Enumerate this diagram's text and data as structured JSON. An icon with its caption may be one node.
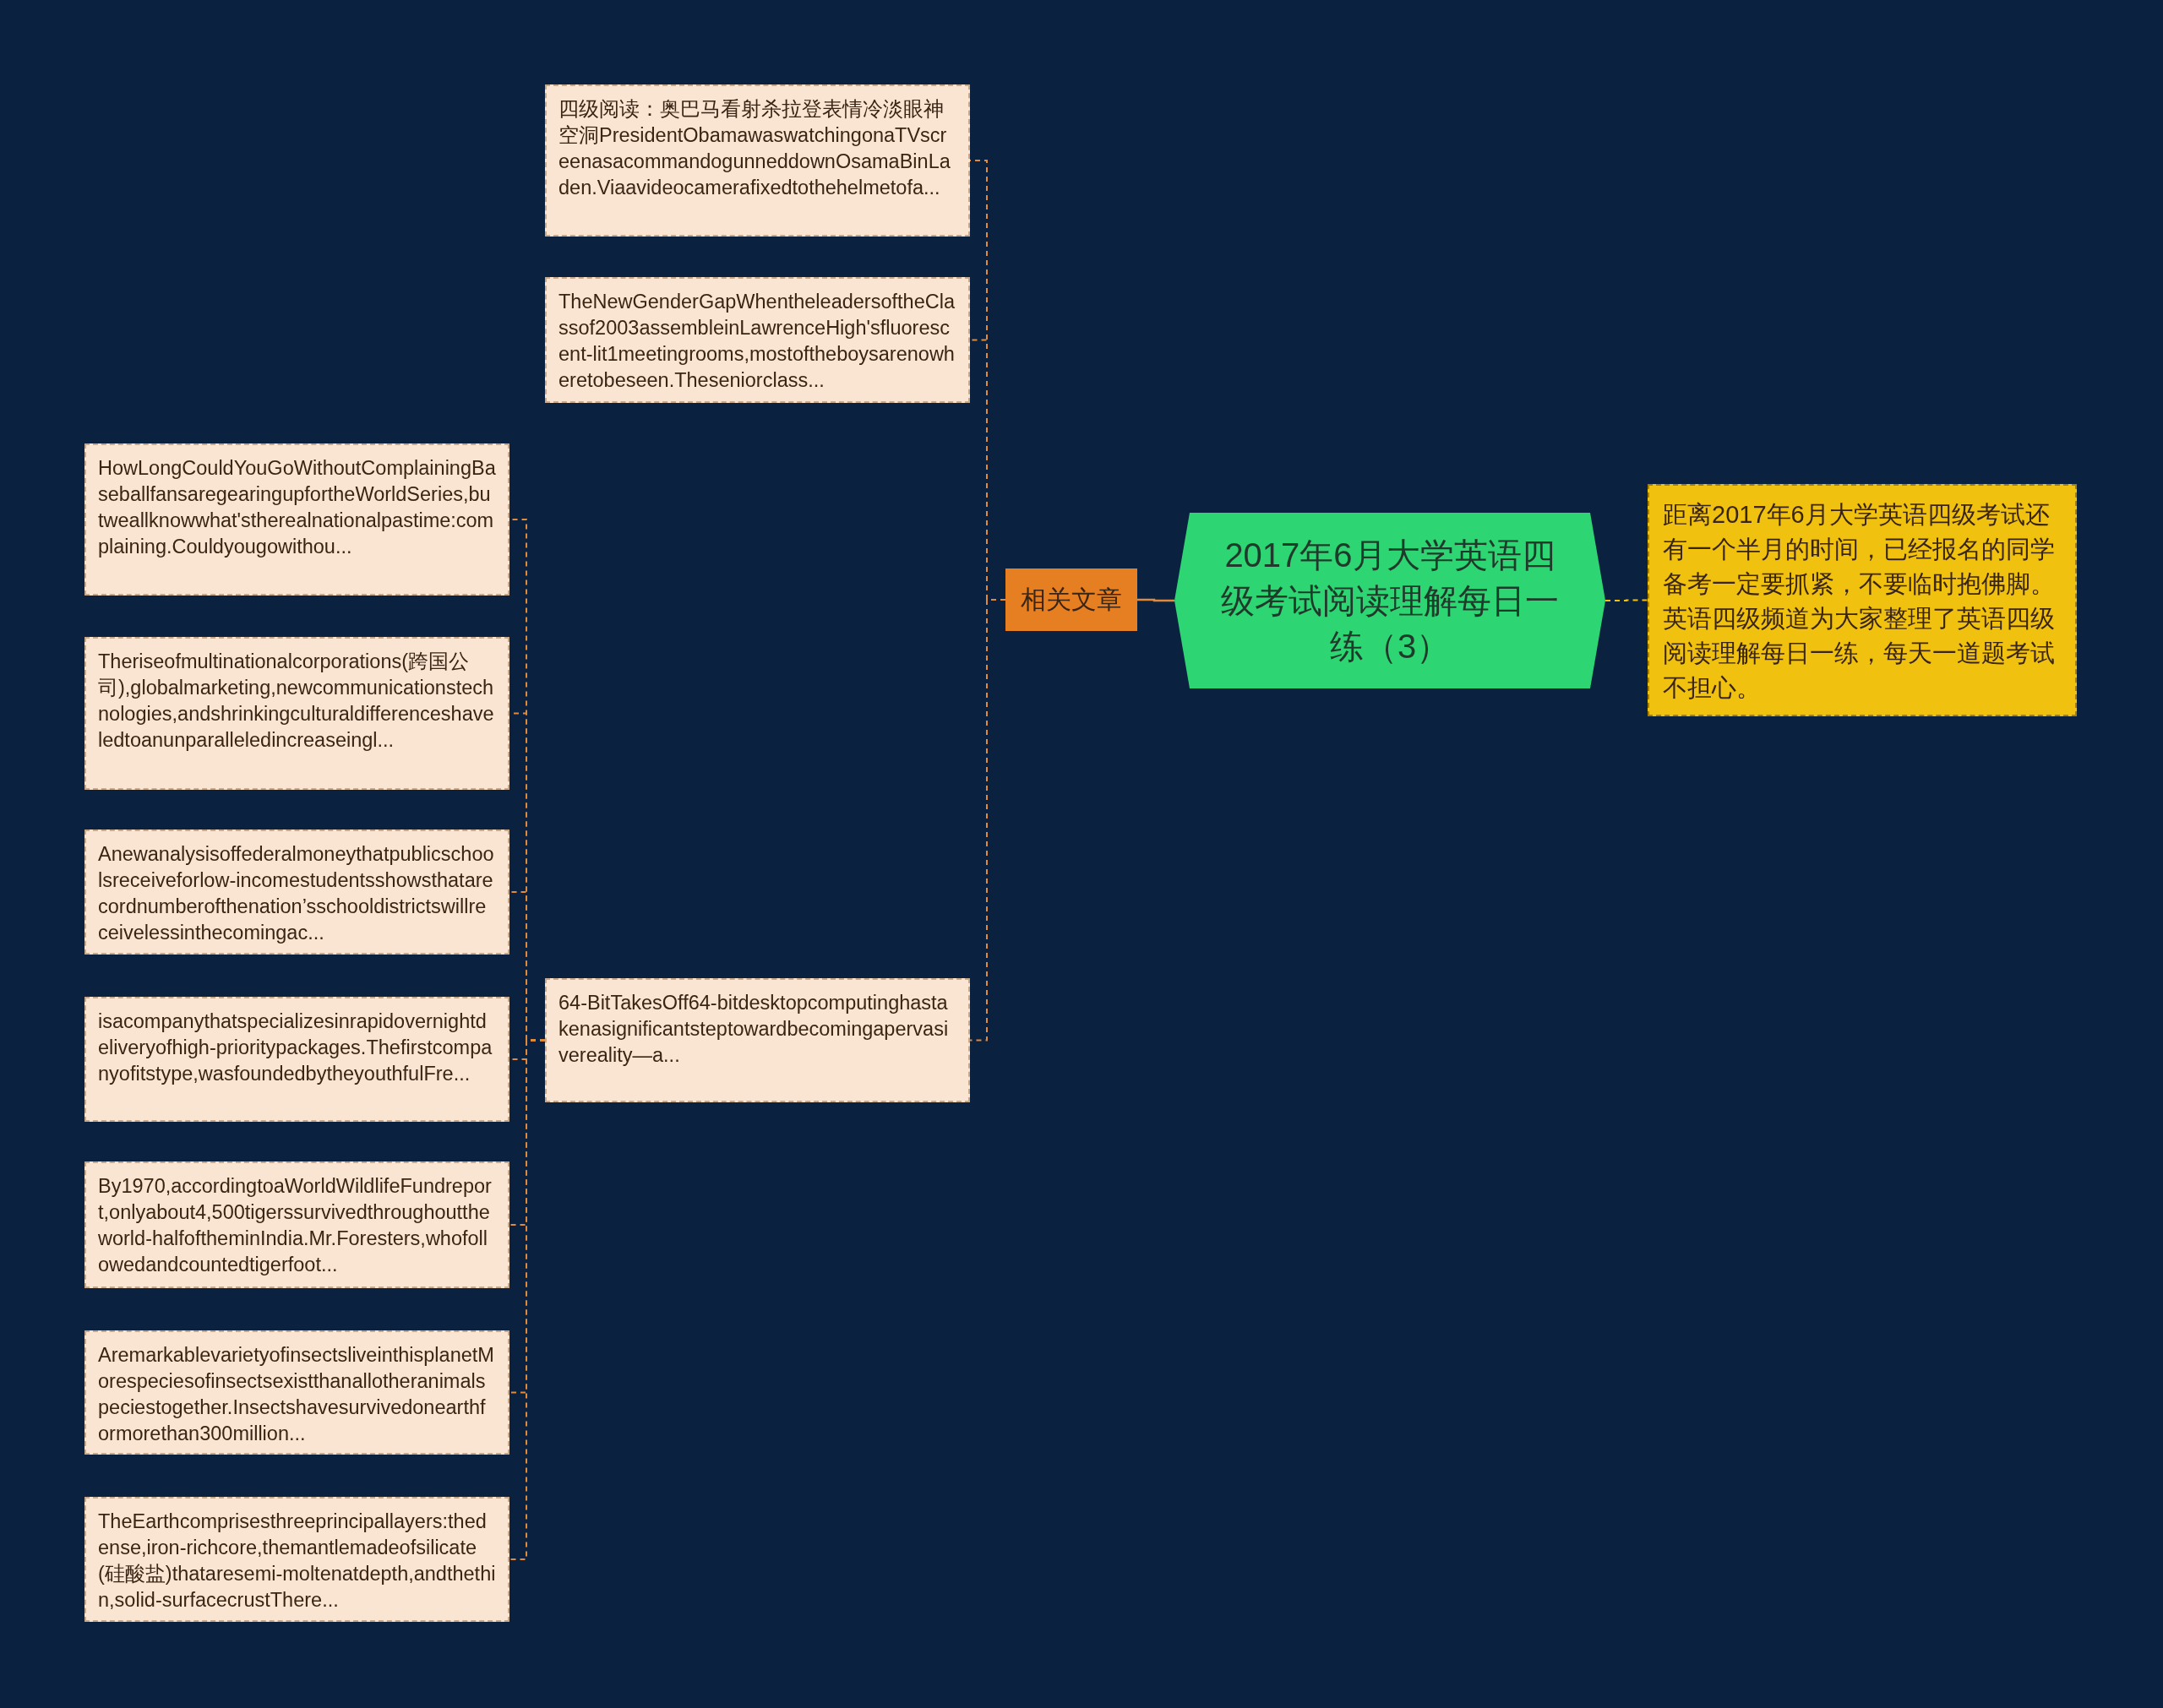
{
  "diagram": {
    "nodes": [
      {
        "text": [
          "2017年6月大学英语四级考试阅读理解每日一练（3）"
        ]
      },
      {
        "text": [
          "相关文章"
        ]
      },
      {
        "text": [
          "四级阅读：奥巴马看射杀拉登表情冷淡眼神空洞PresidentObamawaswatchingonaTVscreenasacommandogunneddownOsamaBinLaden.Viaavideocamerafixedtothehelmetofa..."
        ]
      },
      {
        "text": [
          "TheNewGenderGapWhentheleadersoftheClassof2003assembleinLawrenceHigh'sfluorescent-lit1meetingrooms,mostoftheboysarenowheretobeseen.Theseniorclass..."
        ]
      },
      {
        "text": [
          "64-BitTakesOff64-bitdesktopcomputinghastakenasignificantsteptowardbecomingapervasivereality—a..."
        ]
      },
      {
        "text": [
          "HowLongCouldYouGoWithoutComplainingBaseballfansaregearingupfortheWorldSeries,butweallknowwhat'stherealnationalpastime:complaining.Couldyougowithou..."
        ]
      },
      {
        "text": [
          "Theriseofmultinationalcorporations(跨国公司),globalmarketing,newcommunicationstechnologies,andshrinkingculturaldifferenceshaveledtoanunparalleledincreaseingl..."
        ]
      },
      {
        "text": [
          "Anewanalysisoffederalmoneythatpublicschoolsreceiveforlow-incomestudentsshowsthatarecordnumberofthenation’sschooldistrictswillreceivelessinthecomingac..."
        ]
      },
      {
        "text": [
          "isacompanythatspecializesinrapidovernightdeliveryofhigh-prioritypackages.Thefirstcompanyofitstype,wasfoundedbytheyouthfulFre..."
        ]
      },
      {
        "text": [
          "By1970,accordingtoaWorldWildlifeFundreport,onlyabout4,500tigerssurvivedthroughouttheworld-halfoftheminIndia.Mr.Foresters,whofollowedandcountedtigerfoot..."
        ]
      },
      {
        "text": [
          "AremarkablevarietyofinsectsliveinthisplanetMorespeciesofinsectsexistthanallotheranimalspeciestogether.Insectshavesurvivedonearthformorethan300million..."
        ]
      },
      {
        "text": [
          "TheEarthcomprisesthreeprincipallayers:thedense,iron-richcore,themantlemadeofsilicate(硅酸盐)thataresemi-moltenatdepth,andthethin,solid-surfacecrustThere..."
        ]
      },
      {
        "text": [
          "距离2017年6月大学英语四级考试还有一个半月的时间，已经报名的同学备考一定要抓紧，不要临时抱佛脚。英语四级频道为大家整理了英语四级阅读理解每日一练，每天一道题考试不担心。"
        ]
      }
    ],
    "edges": [
      {
        "from": 0,
        "to": 12,
        "arrow": "none",
        "style": "dashed",
        "color": "#f0c20f"
      },
      {
        "from": 0,
        "to": 1,
        "arrow": "none"
      },
      {
        "from": 1,
        "to": 2,
        "arrow": "none",
        "style": "dashed"
      },
      {
        "from": 1,
        "to": 3,
        "arrow": "none",
        "style": "dashed"
      },
      {
        "from": 1,
        "to": 4,
        "arrow": "none",
        "style": "dashed"
      },
      {
        "from": 4,
        "to": 5,
        "arrow": "none",
        "style": "dashed"
      },
      {
        "from": 4,
        "to": 6,
        "arrow": "none",
        "style": "dashed"
      },
      {
        "from": 4,
        "to": 7,
        "arrow": "none",
        "style": "dashed"
      },
      {
        "from": 4,
        "to": 8,
        "arrow": "none",
        "style": "dashed"
      },
      {
        "from": 4,
        "to": 9,
        "arrow": "none",
        "style": "dashed"
      },
      {
        "from": 4,
        "to": 10,
        "arrow": "none",
        "style": "dashed"
      },
      {
        "from": 4,
        "to": 11,
        "arrow": "none",
        "style": "dashed"
      }
    ]
  }
}
